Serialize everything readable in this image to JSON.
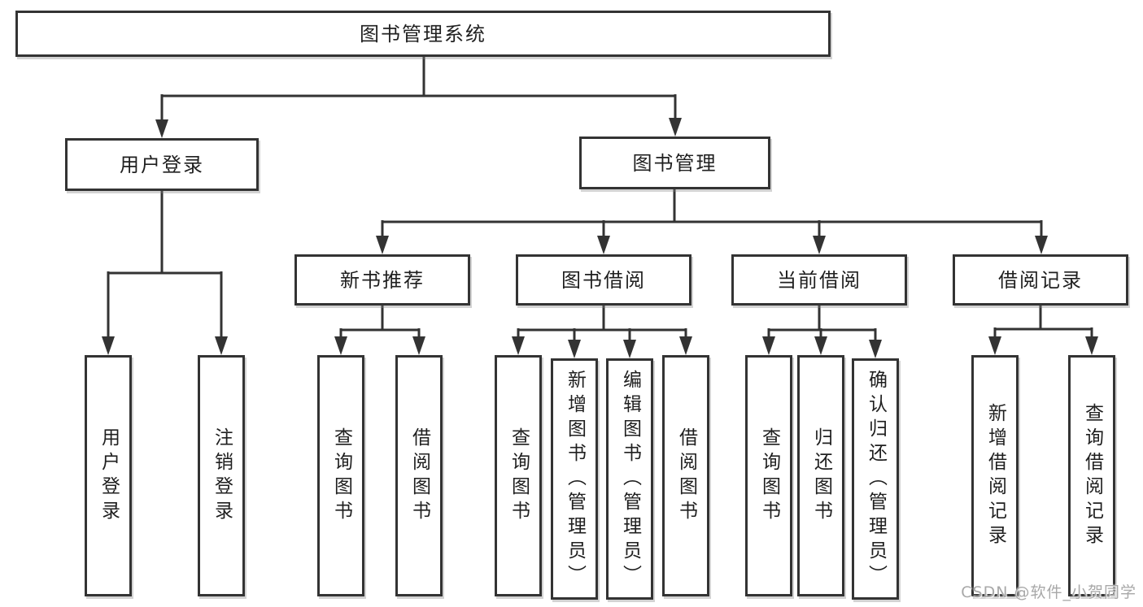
{
  "diagram": {
    "root_label": "图书管理系统",
    "user_branch": {
      "label": "用户登录",
      "children": [
        {
          "label": "用户登录"
        },
        {
          "label": "注销登录"
        }
      ]
    },
    "book_branch": {
      "label": "图书管理",
      "groups": [
        {
          "label": "新书推荐",
          "children": [
            {
              "label": "查询图书"
            },
            {
              "label": "借阅图书"
            }
          ]
        },
        {
          "label": "图书借阅",
          "children": [
            {
              "label": "查询图书"
            },
            {
              "label": "新增图书（管理员）"
            },
            {
              "label": "编辑图书（管理员）"
            },
            {
              "label": "借阅图书"
            }
          ]
        },
        {
          "label": "当前借阅",
          "children": [
            {
              "label": "查询图书"
            },
            {
              "label": "归还图书"
            },
            {
              "label": "确认归还（管理员）"
            }
          ]
        },
        {
          "label": "借阅记录",
          "children": [
            {
              "label": "新增借阅记录"
            },
            {
              "label": "查询借阅记录"
            }
          ]
        }
      ]
    },
    "watermark": "CSDN @软件_小贺同学",
    "colors": {
      "line": "#333333",
      "text": "#1f1f1f",
      "watermark": "#a8a8a8",
      "background": "#ffffff"
    }
  }
}
